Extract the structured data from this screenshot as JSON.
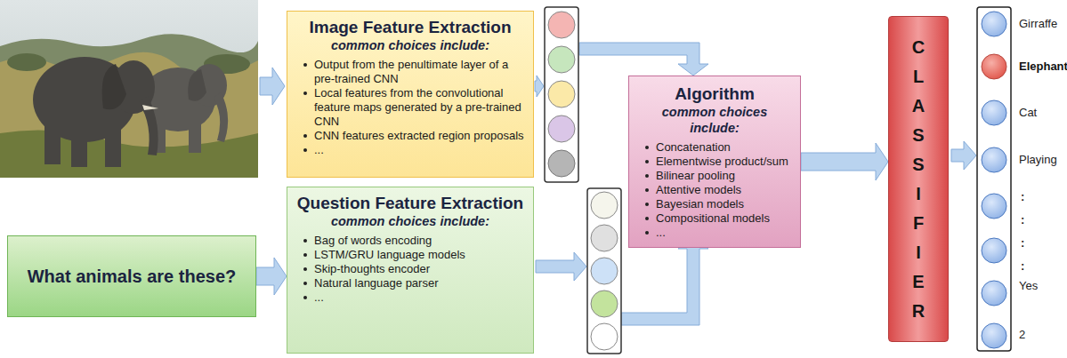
{
  "diagram": {
    "nodes": [
      {
        "text": [
          "Image Feature Extraction",
          "common choices include:",
          "Output from the penultimate layer of a pre-trained CNN",
          "Local features from the convolutional feature maps generated by a pre-trained CNN",
          "CNN features extracted region proposals",
          "..."
        ]
      },
      {
        "text": [
          "What animals are these?"
        ]
      },
      {
        "text": [
          "Question Feature Extraction",
          "common choices include:",
          "Bag of words encoding",
          "LSTM/GRU language models",
          "Skip-thoughts encoder",
          "Natural language parser",
          "..."
        ]
      },
      {
        "text": [
          "Algorithm",
          "common choices include:",
          "Concatenation",
          "Elementwise product/sum",
          "Bilinear pooling",
          "Attentive models",
          "Bayesian models",
          "Compositional models",
          "..."
        ]
      },
      {
        "text": [
          "CLASSIFIER"
        ]
      }
    ],
    "edges": [
      {
        "from": 1,
        "to": 2,
        "arrow": "to"
      },
      {
        "from": 3,
        "to": 4,
        "arrow": "to"
      }
    ],
    "labels": [
      "Girraffe",
      "Elephant",
      "Cat",
      "Playing",
      ":",
      ":",
      ":",
      ":",
      "Yes",
      "2"
    ]
  }
}
